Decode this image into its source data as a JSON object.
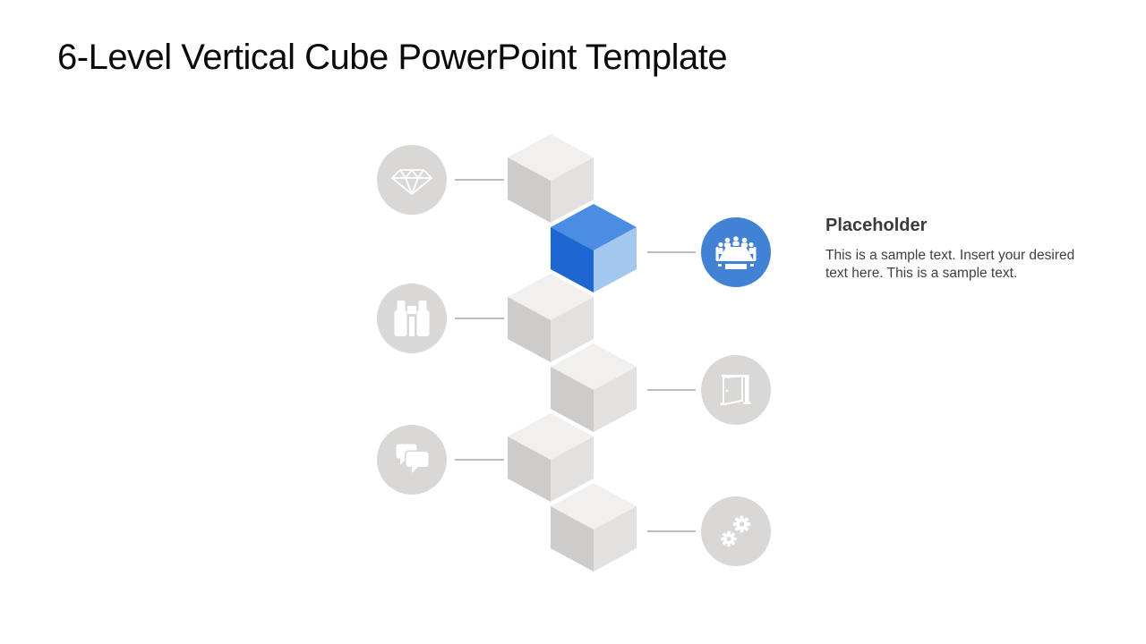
{
  "slide": {
    "title": "6-Level Vertical Cube PowerPoint Template",
    "background": "#ffffff"
  },
  "placeholder": {
    "heading": "Placeholder",
    "body_line1": "This is a sample text. Insert your desired",
    "body_line2": "text here. This is a sample text."
  },
  "diagram": {
    "type": "6-level-vertical-cube",
    "levels": [
      {
        "level": 1,
        "side": "left",
        "icon": "gem",
        "highlighted": false
      },
      {
        "level": 2,
        "side": "right",
        "icon": "meeting-table",
        "highlighted": true
      },
      {
        "level": 3,
        "side": "left",
        "icon": "binoculars",
        "highlighted": false
      },
      {
        "level": 4,
        "side": "right",
        "icon": "open-door",
        "highlighted": false
      },
      {
        "level": 5,
        "side": "left",
        "icon": "chat-bubbles",
        "highlighted": false
      },
      {
        "level": 6,
        "side": "right",
        "icon": "gears",
        "highlighted": false
      }
    ]
  },
  "colors": {
    "accent_blue": "#4282d4",
    "cube_blue_top": "#4a8de2",
    "cube_blue_left": "#1e66d2",
    "cube_blue_right": "#a4c7f0",
    "cube_gray_top": "#f1f0ef",
    "cube_gray_left": "#ceccca",
    "cube_gray_right": "#e3e1e0",
    "circle_gray": "#d9d8d6",
    "icon_glyph": "#ffffff",
    "connector": "#a6a5a4",
    "title_text": "#0a0a0a",
    "heading_text": "#3b3b3b",
    "body_text": "#3f3f3f"
  }
}
